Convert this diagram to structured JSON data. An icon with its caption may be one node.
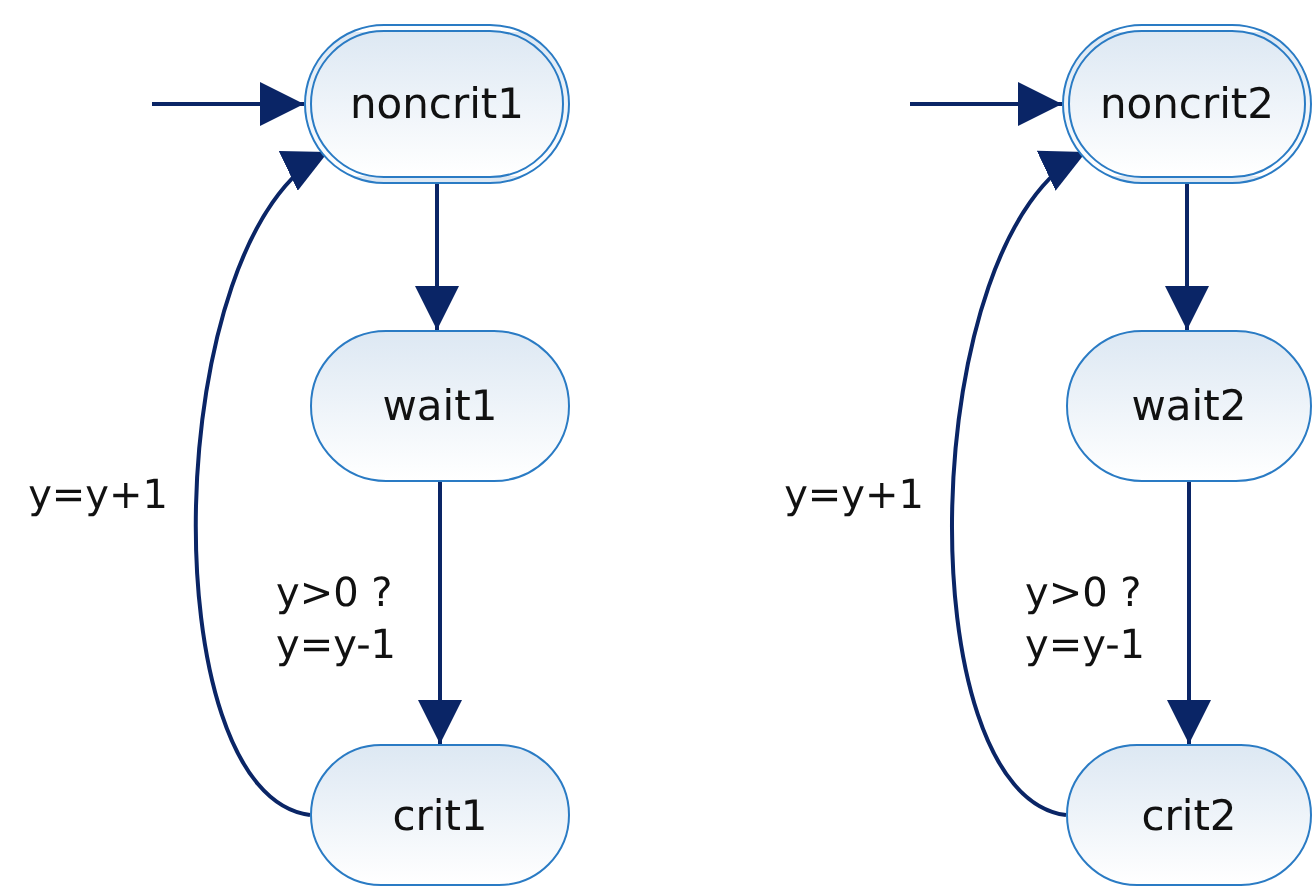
{
  "diagram": {
    "nodes": [
      {
        "text": [
          "noncrit1"
        ]
      },
      {
        "text": [
          "wait1"
        ]
      },
      {
        "text": [
          "crit1"
        ]
      },
      {
        "text": [
          "noncrit2"
        ]
      },
      {
        "text": [
          "wait2"
        ]
      },
      {
        "text": [
          "crit2"
        ]
      }
    ],
    "edges": [
      {
        "from": null,
        "to": 0,
        "arrow": "to"
      },
      {
        "from": 0,
        "to": 1,
        "arrow": "to"
      },
      {
        "from": 1,
        "to": 2,
        "arrow": "to",
        "label": "y>0 ? y=y-1"
      },
      {
        "from": 2,
        "to": 0,
        "arrow": "to",
        "label": "y=y+1"
      },
      {
        "from": null,
        "to": 3,
        "arrow": "to"
      },
      {
        "from": 3,
        "to": 4,
        "arrow": "to"
      },
      {
        "from": 4,
        "to": 5,
        "arrow": "to",
        "label": "y>0 ? y=y-1"
      },
      {
        "from": 5,
        "to": 3,
        "arrow": "to",
        "label": "y=y+1"
      }
    ]
  }
}
